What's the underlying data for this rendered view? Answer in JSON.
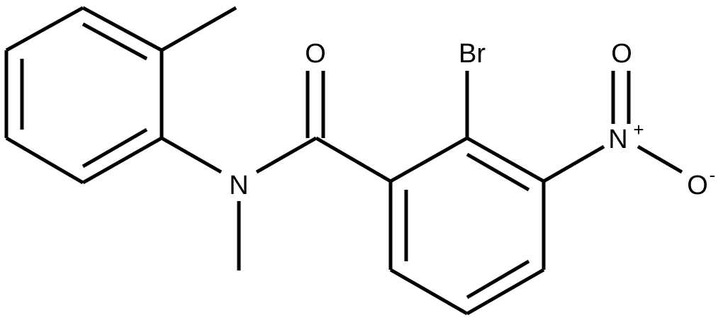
{
  "molecule": {
    "atoms": {
      "oxygen_carbonyl": "O",
      "nitrogen_amide": "N",
      "bromine": "Br",
      "nitrogen_nitro": "N",
      "oxygen_nitro_top": "O",
      "oxygen_nitro_right": "O",
      "charge_plus": "+",
      "charge_minus": "-"
    },
    "colors": {
      "bond": "#000000",
      "background": "#ffffff"
    }
  }
}
